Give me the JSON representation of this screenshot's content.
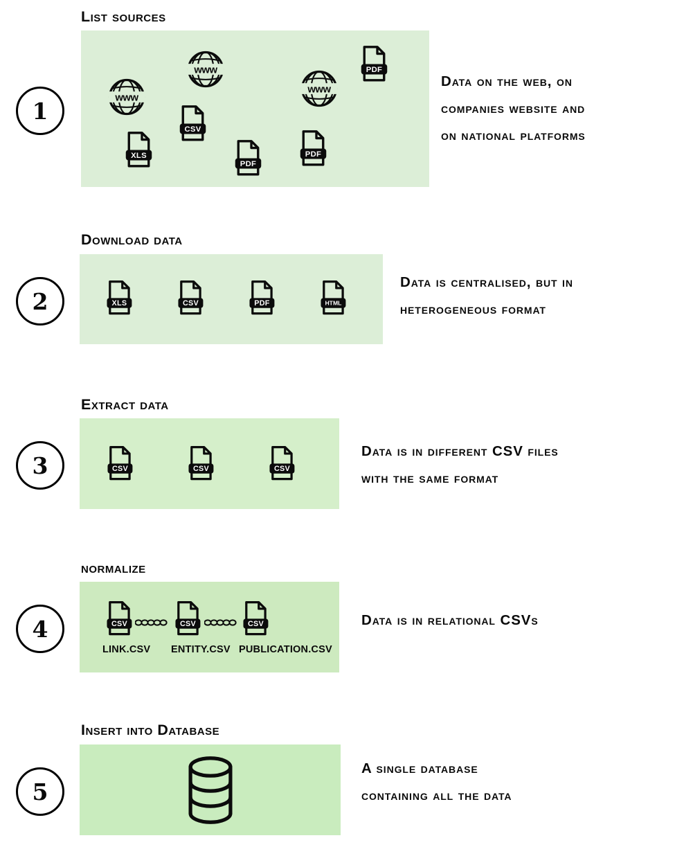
{
  "page": {
    "background": "#ffffff",
    "ink_color": "#0b0b0b"
  },
  "steps": [
    {
      "number": "1",
      "title": "List sources",
      "box_color": "#dceed7",
      "description": [
        "Data on the web, on",
        "companies website and",
        "on national platforms"
      ],
      "icons": {
        "globe_labels": [
          "www",
          "www",
          "www"
        ],
        "file_labels": [
          "PDF",
          "CSV",
          "XLS",
          "PDF",
          "PDF"
        ]
      }
    },
    {
      "number": "2",
      "title": "Download data",
      "box_color": "#dceed7",
      "description": [
        "Data is centralised, but in",
        "heterogeneous format"
      ],
      "icons": {
        "file_labels": [
          "XLS",
          "CSV",
          "PDF",
          "HTML"
        ]
      }
    },
    {
      "number": "3",
      "title": "Extract data",
      "box_color": "#d5efca",
      "description": [
        "Data is in different CSV files",
        "with the same format"
      ],
      "icons": {
        "file_labels": [
          "CSV",
          "CSV",
          "CSV"
        ]
      }
    },
    {
      "number": "4",
      "title": "normalize",
      "box_color": "#cdeabf",
      "description": [
        "Data is in relational CSVs"
      ],
      "icons": {
        "files": [
          {
            "label": "CSV",
            "filename": "LINK.CSV"
          },
          {
            "label": "CSV",
            "filename": "ENTITY.CSV"
          },
          {
            "label": "CSV",
            "filename": "PUBLICATION.CSV"
          }
        ]
      }
    },
    {
      "number": "5",
      "title": "Insert into Database",
      "box_color": "#c9ecbe",
      "description": [
        "A single database",
        "containing all the data"
      ],
      "icons": {
        "database": "database-cylinder"
      }
    }
  ]
}
